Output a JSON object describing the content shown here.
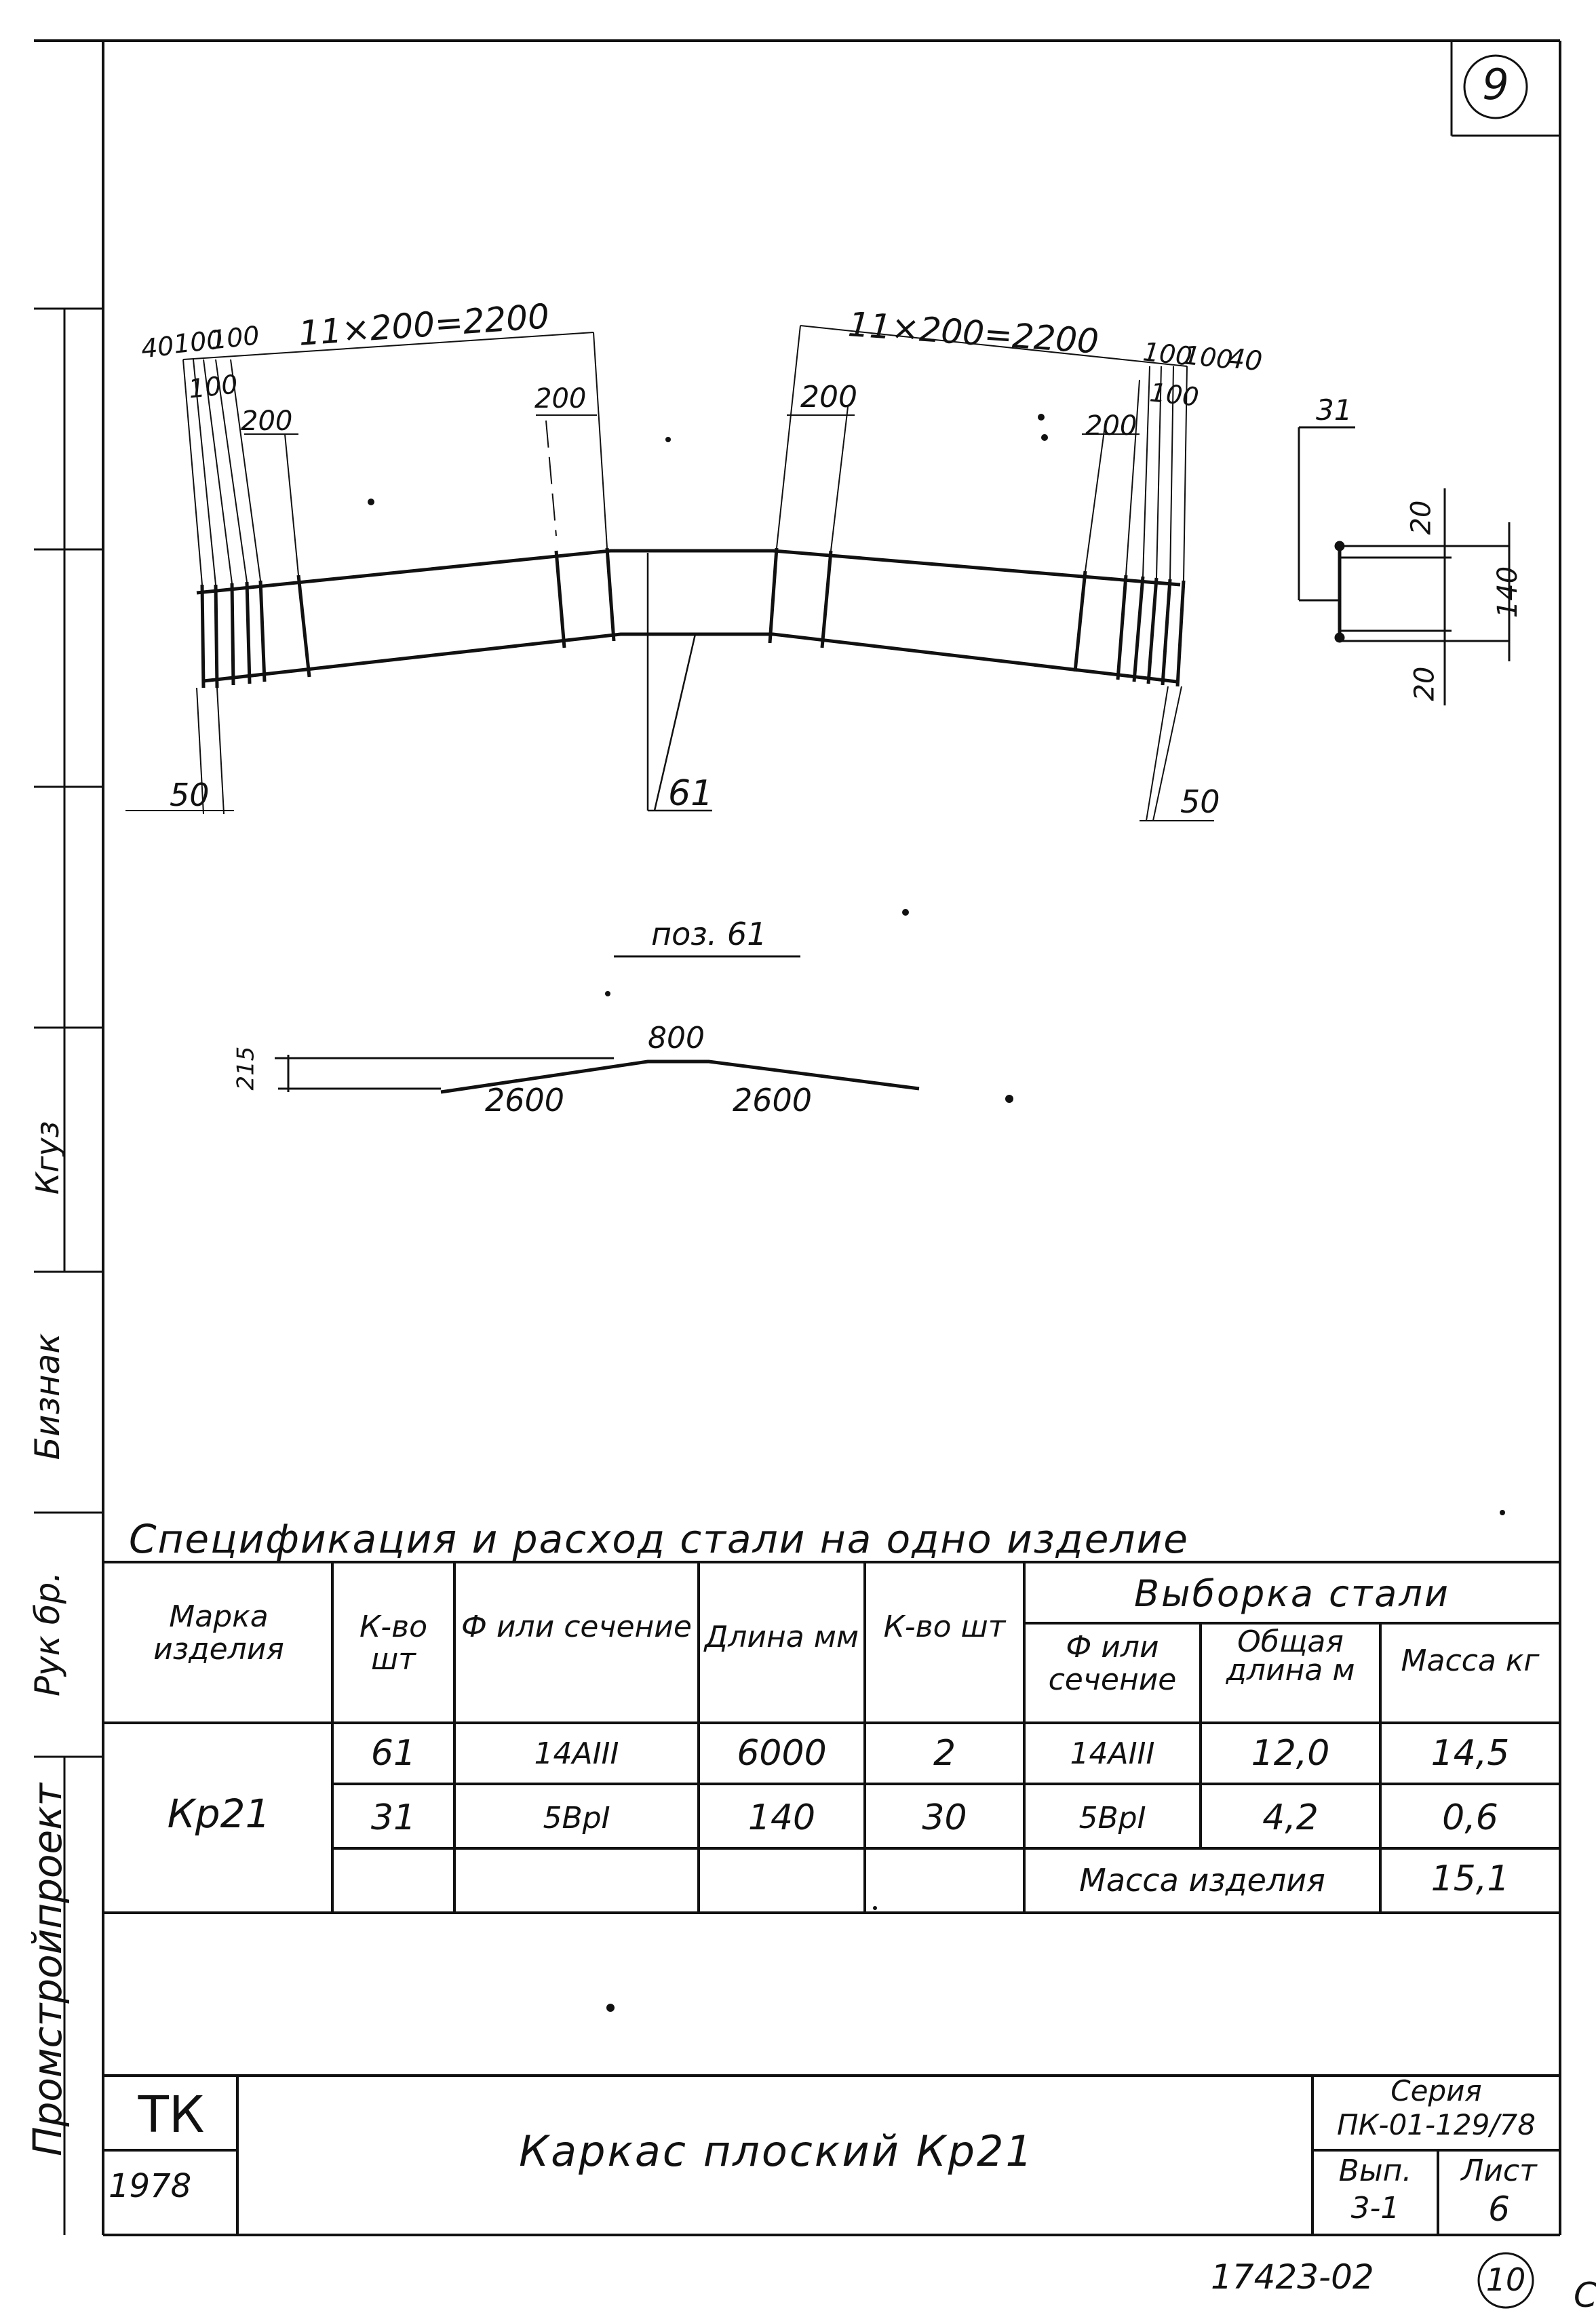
{
  "sheet": {
    "sheet_badge": "9",
    "bottom_badge": "10",
    "corner_badge": "С",
    "doc_number": "17423-02"
  },
  "left_strip": {
    "org": "Промстройпроект",
    "label_1": "Рук бр.",
    "label_2": "Бизнак",
    "label_3": "Кгуз"
  },
  "drawing": {
    "dims_left": [
      "40",
      "100",
      "100",
      "100",
      "11×200=2200",
      "200",
      "200",
      "50"
    ],
    "dims_right": [
      "11×200=2200",
      "100",
      "100",
      "100",
      "40",
      "200",
      "200",
      "50"
    ],
    "pos_label": "61",
    "section": {
      "top": "31",
      "d1": "20",
      "d2": "140",
      "d3": "20"
    },
    "detail_title": "поз. 61",
    "detail_dims": {
      "rise": "215",
      "mid": "800",
      "left": "2600",
      "right": "2600"
    }
  },
  "spec": {
    "title": "Спецификация и расход стали на одно изделие",
    "headers": {
      "mark": "Марка изделия",
      "qty_pos": "К-во шт",
      "diam": "Ф или сечение",
      "length": "Длина мм",
      "qty": "К-во шт",
      "selection": "Выборка стали",
      "sel_diam": "Ф или сечение",
      "sel_length": "Общая длина м",
      "sel_mass": "Масса кг"
    },
    "mark_value": "Кр21",
    "rows": [
      {
        "pos": "61",
        "diam": "14АIII",
        "length": "6000",
        "qty": "2",
        "sel_diam": "14АIII",
        "sel_length": "12,0",
        "sel_mass": "14,5"
      },
      {
        "pos": "31",
        "diam": "5ВрI",
        "length": "140",
        "qty": "30",
        "sel_diam": "5ВрI",
        "sel_length": "4,2",
        "sel_mass": "0,6"
      }
    ],
    "total_label": "Масса изделия",
    "total_value": "15,1"
  },
  "title_block": {
    "org_code": "ТК",
    "year": "1978",
    "title": "Каркас плоский Кр21",
    "series_label": "Серия",
    "series_value": "ПК-01-129/78",
    "issue_label": "Вып.",
    "issue_value": "3-1",
    "sheet_label": "Лист",
    "sheet_value": "6"
  }
}
